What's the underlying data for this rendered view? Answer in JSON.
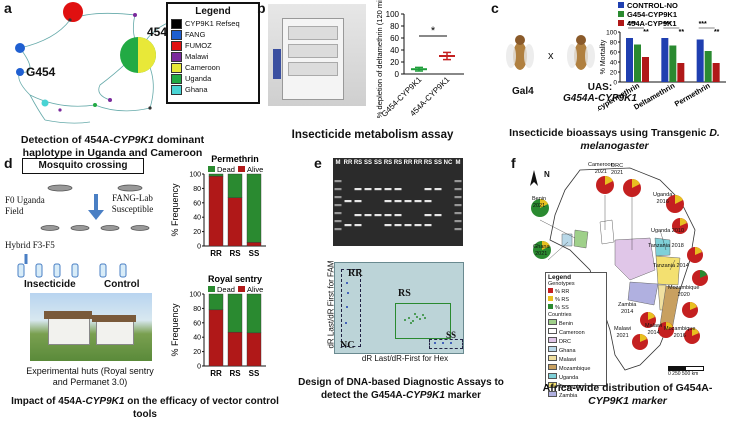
{
  "panels": {
    "a": {
      "label": "a",
      "legend_title": "Legend",
      "legend_items": [
        {
          "name": "CYP9K1 Refseq",
          "color": "#000000"
        },
        {
          "name": "FANG",
          "color": "#1f5fd1"
        },
        {
          "name": "FUMOZ",
          "color": "#e01010"
        },
        {
          "name": "Malawi",
          "color": "#7a2a9c"
        },
        {
          "name": "Cameroon",
          "color": "#e8e838"
        },
        {
          "name": "Uganda",
          "color": "#22aa44"
        },
        {
          "name": "Ghana",
          "color": "#49d4d4"
        }
      ],
      "node_label_454a": "454A",
      "node_label_g454": "G454",
      "caption_pre": "Detection of 454A-",
      "caption_gene": "CYP9K1",
      "caption_post": " dominant haplotype in Uganda and Cameroon"
    },
    "b": {
      "label": "b",
      "ylabel": "% depletion of deltamethrin (120 mins)",
      "sig": "*",
      "caption": "Insecticide metabolism assay"
    },
    "c": {
      "label": "c",
      "cross_x": "x",
      "fly_left": "Gal4",
      "fly_right_line1": "UAS:",
      "fly_right_line2": "G454A-CYP9K1",
      "caption_pre": "Insecticide bioassays using  Transgenic ",
      "caption_italic": "D. melanogaster"
    },
    "d": {
      "label": "d",
      "title": "Mosquito crossing",
      "f0": "F0 Uganda Field",
      "fang": "FANG-Lab Susceptible",
      "hybrid": "Hybrid F3-F5",
      "insecticide": "Insecticide",
      "control": "Control",
      "huts_caption": "Experimental huts (Royal sentry and Permanet 3.0)",
      "caption_pre": "Impact of 454A-",
      "caption_gene": "CYP9K1",
      "caption_post": " on the efficacy of vector control tools"
    },
    "e": {
      "label": "e",
      "lanes": [
        "M",
        "RR",
        "RS",
        "SS",
        "SS",
        "RS",
        "RS",
        "RR",
        "RR",
        "RS",
        "SS",
        "NC",
        "M"
      ],
      "rr": "RR",
      "rs": "RS",
      "ss": "SS",
      "nc": "NC",
      "yaxis": "dR Last/dR First for FAM",
      "xaxis": "dR Last/dR-First for Hex",
      "caption_line1": "Design of DNA-based Diagnostic Assays to",
      "caption_line2_pre": "detect the G454A-",
      "caption_line2_gene": "CYP9K1",
      "caption_line2_post": " marker"
    },
    "f": {
      "label": "f",
      "north": "N",
      "sites": [
        {
          "name": "Cameroon",
          "year": "2021"
        },
        {
          "name": "DRC",
          "year": "2021"
        },
        {
          "name": "Uganda",
          "year": "2016"
        },
        {
          "name": "Uganda 2010",
          "year": ""
        },
        {
          "name": "Benin",
          "year": "2021"
        },
        {
          "name": "Ghana",
          "year": "2021"
        },
        {
          "name": "Tanzania 2018",
          "year": ""
        },
        {
          "name": "Tanzania 2014",
          "year": ""
        },
        {
          "name": "Mozambique",
          "year": "2020"
        },
        {
          "name": "Zambia",
          "year": "2014"
        },
        {
          "name": "Malawi",
          "year": "2014"
        },
        {
          "name": "Malawi",
          "year": "2021"
        },
        {
          "name": "Mozambique",
          "year": "2016"
        }
      ],
      "legend_title": "Legend",
      "legend_genotypes": "Genotypes",
      "legend_rr": "% RR",
      "legend_rs": "% RS",
      "legend_ss": "% SS",
      "legend_countries_title": "Countries",
      "countries": [
        {
          "name": "Benin",
          "color": "#9fd08a"
        },
        {
          "name": "Cameroon",
          "color": "#ffffff"
        },
        {
          "name": "DRC",
          "color": "#e0c6e8"
        },
        {
          "name": "Ghana",
          "color": "#b8d8e8"
        },
        {
          "name": "Malawi",
          "color": "#f0e0a0"
        },
        {
          "name": "Mozambique",
          "color": "#c8a060"
        },
        {
          "name": "Uganda",
          "color": "#7fd0d8"
        },
        {
          "name": "Tanzania",
          "color": "#f3e070"
        },
        {
          "name": "Zambia",
          "color": "#b0b0e0"
        }
      ],
      "scale_label": "0   250  500 km",
      "caption_line1": "Africa-wide distribution of G454A-",
      "caption_line2": "CYP9K1 marker"
    }
  },
  "chart_data": [
    {
      "type": "scatter",
      "id": "b-metabolism",
      "categories": [
        "G454-CYP9K1",
        "454A-CYP9K1"
      ],
      "means": [
        8,
        30
      ],
      "err_low": [
        5,
        24
      ],
      "err_high": [
        11,
        36
      ],
      "ylim": [
        0,
        100
      ],
      "yticks": [
        0,
        20,
        40,
        60,
        80,
        100
      ],
      "ylabel": "% depletion of deltamethrin (120 mins)",
      "colors": [
        "#1e9e3a",
        "#c42020"
      ]
    },
    {
      "type": "bar",
      "id": "c-bioassay",
      "categories": [
        "Alphacypermethrin",
        "Deltamethrin",
        "Permethrin"
      ],
      "series": [
        {
          "name": "CONTROL-NO",
          "color": "#1f3fb0",
          "values": [
            88,
            88,
            85
          ]
        },
        {
          "name": "G454-CYP9K1",
          "color": "#2a8a30",
          "values": [
            75,
            73,
            62
          ]
        },
        {
          "name": "454A-CYP9K1",
          "color": "#b01818",
          "values": [
            50,
            38,
            38
          ]
        }
      ],
      "ylabel": "% Mortality",
      "ylim": [
        0,
        100
      ],
      "yticks": [
        0,
        20,
        40,
        60,
        80,
        100
      ],
      "sig_labels": [
        "***",
        "**",
        "***",
        "**",
        "***",
        "**"
      ]
    },
    {
      "type": "bar",
      "id": "d-permethrin",
      "title": "Permethrin",
      "categories": [
        "RR",
        "RS",
        "SS"
      ],
      "series": [
        {
          "name": "Alive",
          "color": "#b01818",
          "values": [
            97,
            67,
            5
          ]
        },
        {
          "name": "Dead",
          "color": "#2a8a30",
          "values": [
            3,
            33,
            95
          ]
        }
      ],
      "ylabel": "% Frequency",
      "ylim": [
        0,
        100
      ],
      "yticks": [
        0,
        20,
        40,
        60,
        80,
        100
      ],
      "stacked": true
    },
    {
      "type": "bar",
      "id": "d-royal",
      "title": "Royal sentry",
      "categories": [
        "RR",
        "RS",
        "SS"
      ],
      "series": [
        {
          "name": "Alive",
          "color": "#b01818",
          "values": [
            78,
            47,
            46
          ]
        },
        {
          "name": "Dead",
          "color": "#2a8a30",
          "values": [
            22,
            53,
            54
          ]
        }
      ],
      "ylabel": "% Frequency",
      "ylim": [
        0,
        100
      ],
      "yticks": [
        0,
        20,
        40,
        60,
        80,
        100
      ],
      "stacked": true
    }
  ]
}
